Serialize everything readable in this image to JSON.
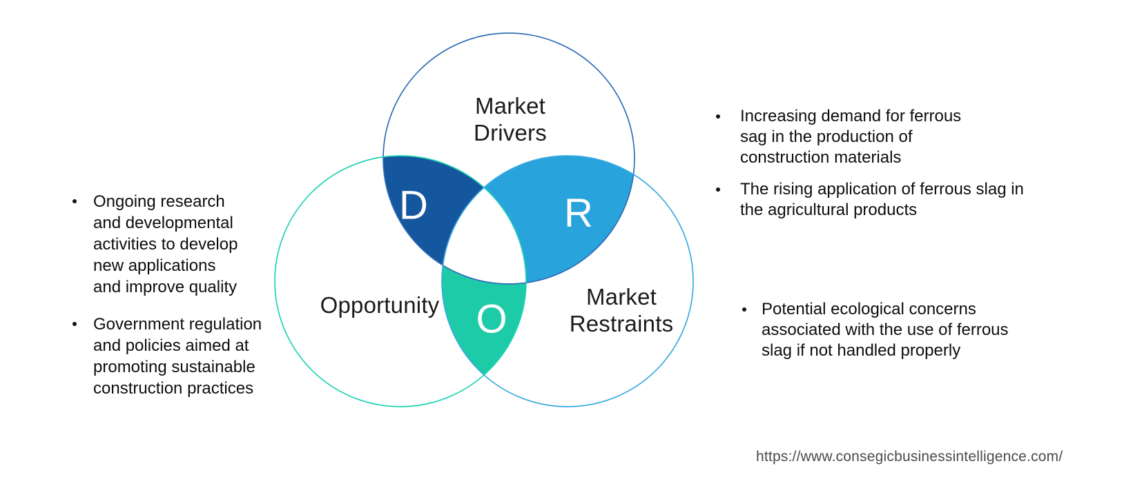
{
  "diagram": {
    "title_implied": "Market Drivers, Restraints and Opportunity Venn diagram",
    "circles": [
      {
        "name": "Market Drivers",
        "label_lines": [
          "Market",
          "Drivers"
        ],
        "letter": "D",
        "stroke": "#2F6DB5",
        "region_fill": "#15579E"
      },
      {
        "name": "Opportunity",
        "label_lines": [
          "Opportunity"
        ],
        "letter": "O",
        "stroke": "#20D2B3",
        "region_fill": "#1DCBA9"
      },
      {
        "name": "Market Restraints",
        "label_lines": [
          "Market",
          "Restraints"
        ],
        "letter": "R",
        "stroke": "#38A9E1",
        "region_fill": "#29A3DC"
      }
    ],
    "center_fill": "#ffffff"
  },
  "bullets": {
    "left": [
      {
        "lines": [
          "Ongoing research",
          "and developmental",
          "activities to develop",
          "new applications",
          "and improve quality"
        ]
      },
      {
        "lines": [
          "Government regulation",
          "and policies aimed at",
          "promoting sustainable",
          "construction practices"
        ]
      }
    ],
    "right_top": [
      {
        "lines": [
          "Increasing demand for ferrous",
          "sag in the production of",
          "construction materials"
        ]
      },
      {
        "lines": [
          "The rising application of ferrous slag in",
          "the agricultural products"
        ]
      }
    ],
    "right_bottom": [
      {
        "lines": [
          "Potential ecological concerns",
          "associated with the use of ferrous",
          "slag if not handled properly"
        ]
      }
    ]
  },
  "footer": {
    "url": "https://www.consegicbusinessintelligence.com/"
  }
}
